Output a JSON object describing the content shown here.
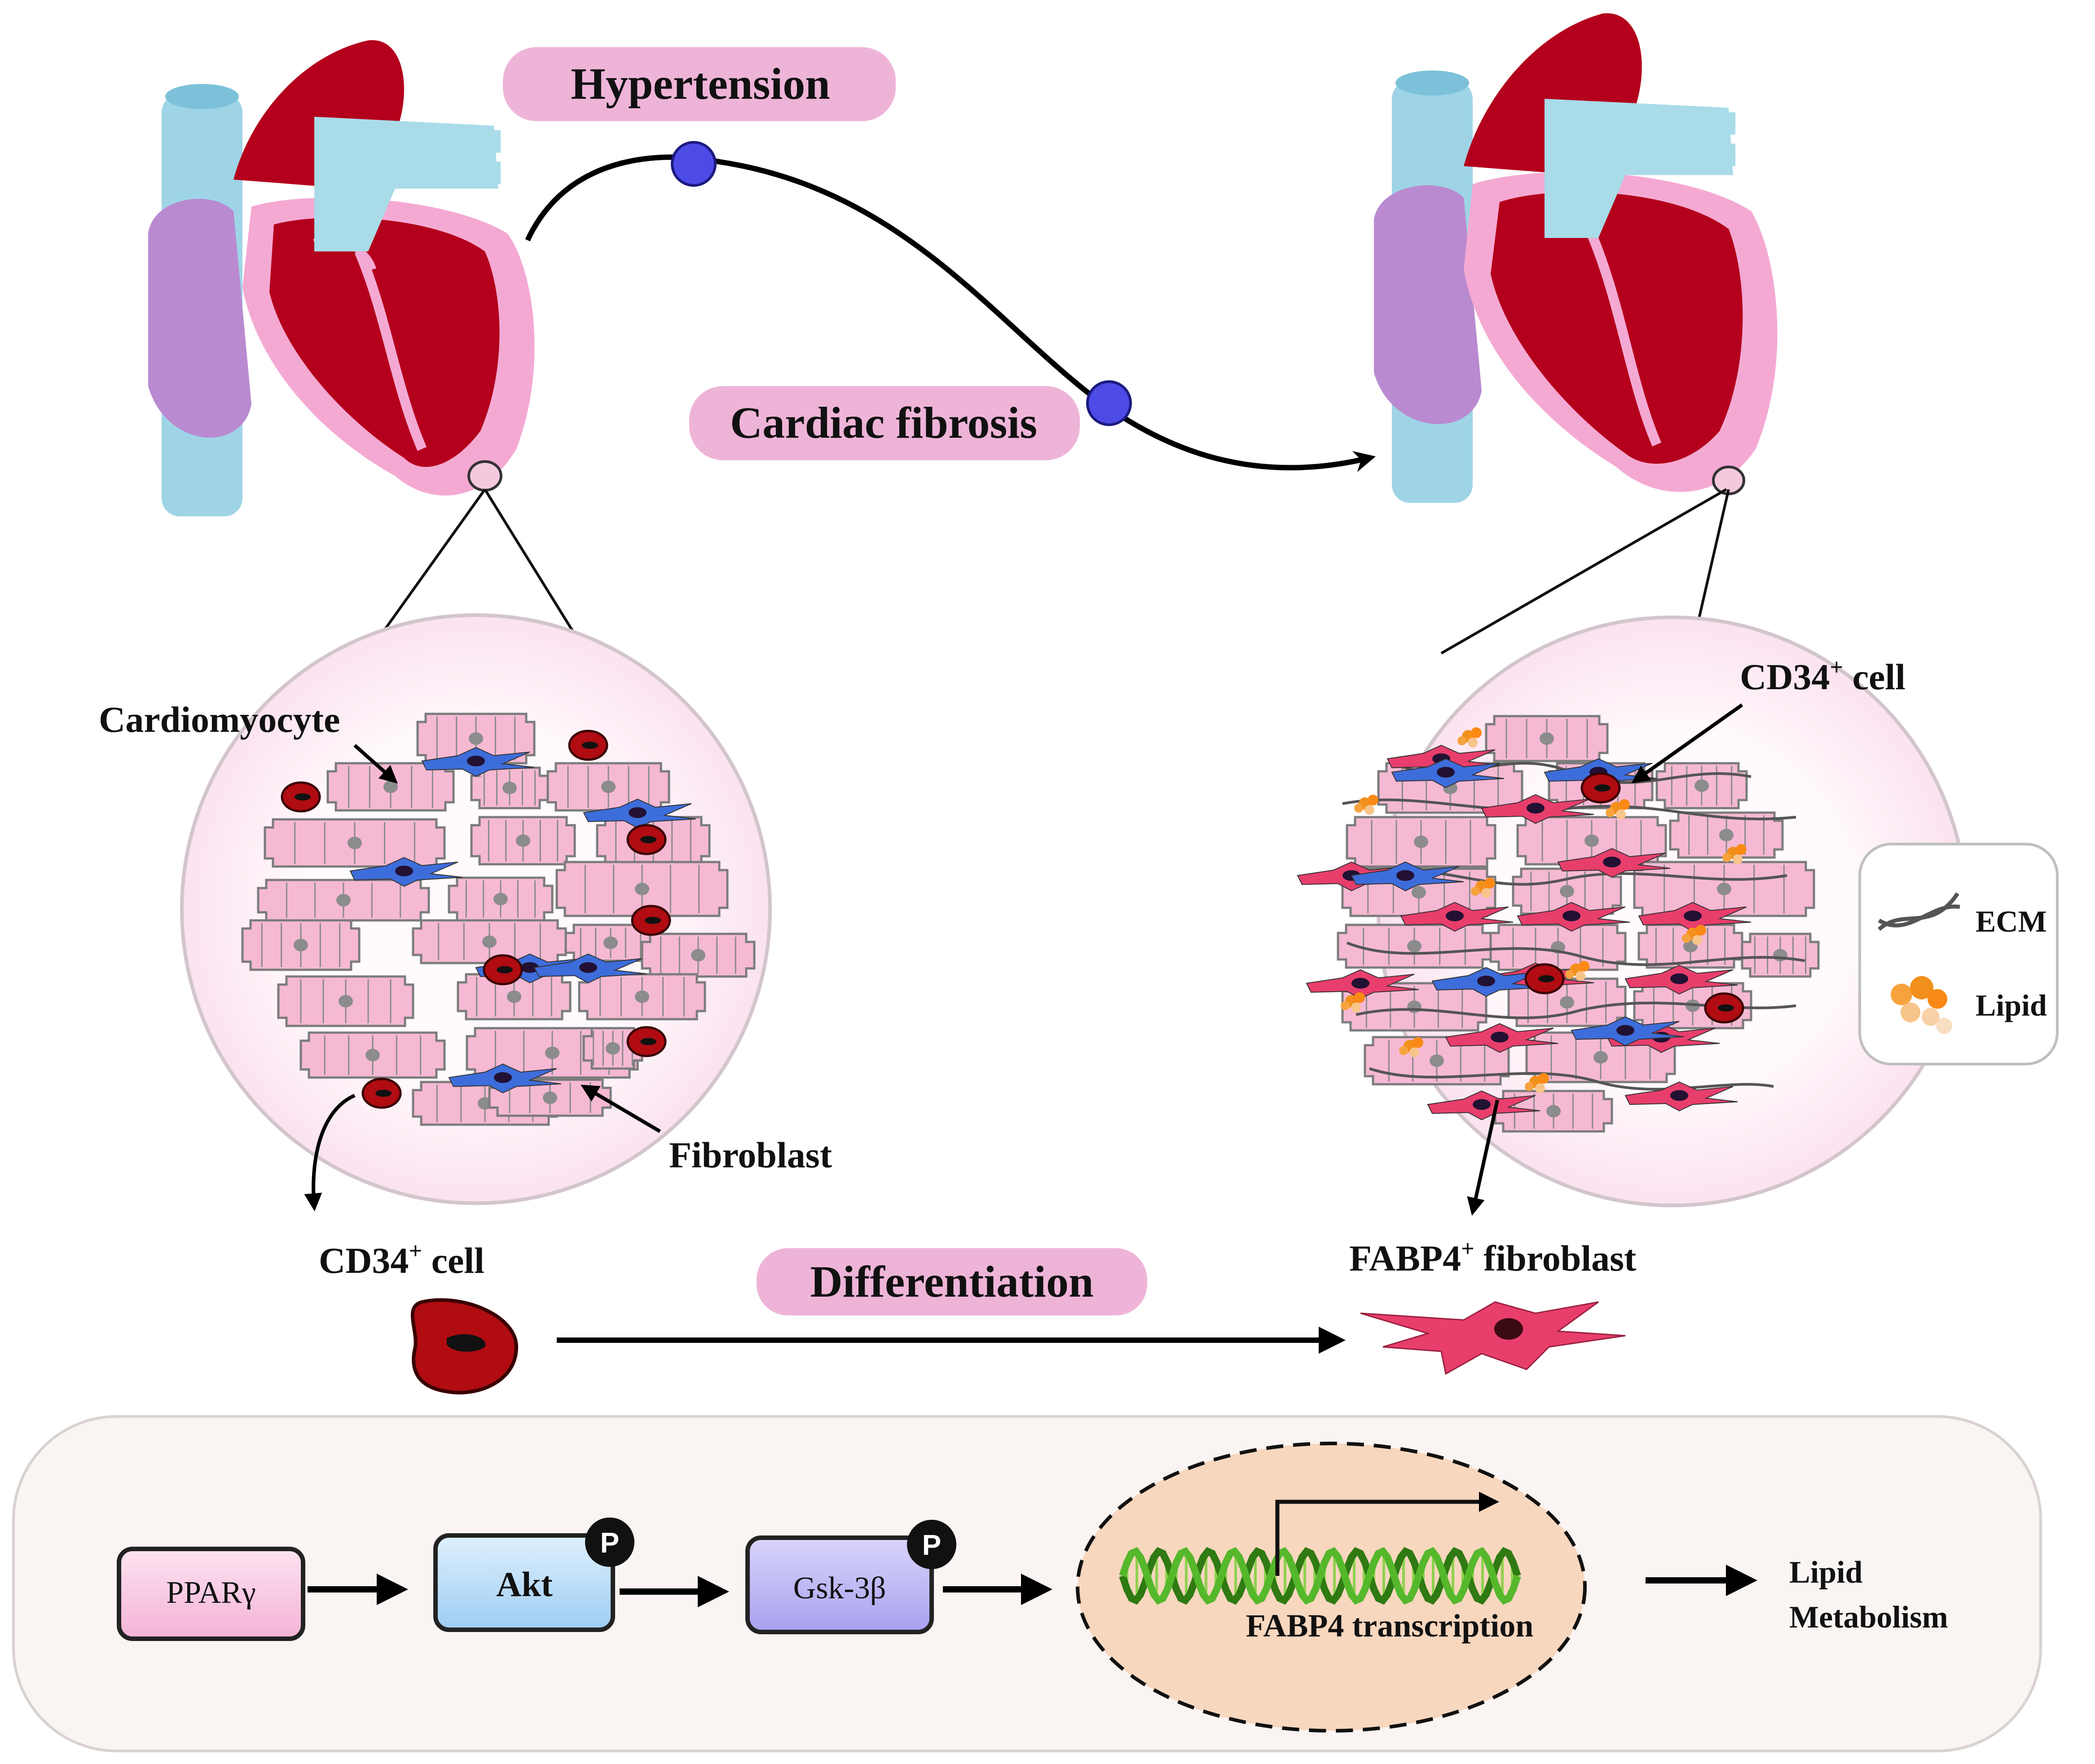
{
  "labels": {
    "hypertension": "Hypertension",
    "cardiac_fibrosis": "Cardiac fibrosis",
    "cardiomyocyte": "Cardiomyocyte",
    "fibroblast": "Fibroblast",
    "cd34_cell_left": "CD34",
    "cd34_cell_right": "CD34",
    "cd34_sup": "+",
    "cell_word": " cell",
    "differentiation": "Differentiation",
    "fabp4_fibroblast": "FABP4",
    "fabp4_sup": "+",
    "fibroblast_word": " fibroblast"
  },
  "legend": {
    "ecm": "ECM",
    "lipid": "Lipid"
  },
  "pathway": {
    "pparg": "PPARγ",
    "akt": "Akt",
    "gsk": "Gsk-3β",
    "phospho": "P",
    "fabp4_transcription": "FABP4 transcription",
    "outcome_line1": "Lipid",
    "outcome_line2": "Metabolism"
  },
  "colors": {
    "pill": "#eeb4d8",
    "heart_red": "#b4001c",
    "heart_pink": "#f4a9d3",
    "vessel_blue": "#9fd4e6",
    "vein_purple": "#b98ad0",
    "cardiomyocyte": "#f6b9d4",
    "cd34_cell": "#b00c12",
    "fibroblast_blue": "#3d6ddb",
    "fabp4_fibroblast": "#e83e6c",
    "lipid": "#f2901c",
    "nucleus_panel": "#f8d7bf",
    "dna_green": "#55b82b"
  }
}
